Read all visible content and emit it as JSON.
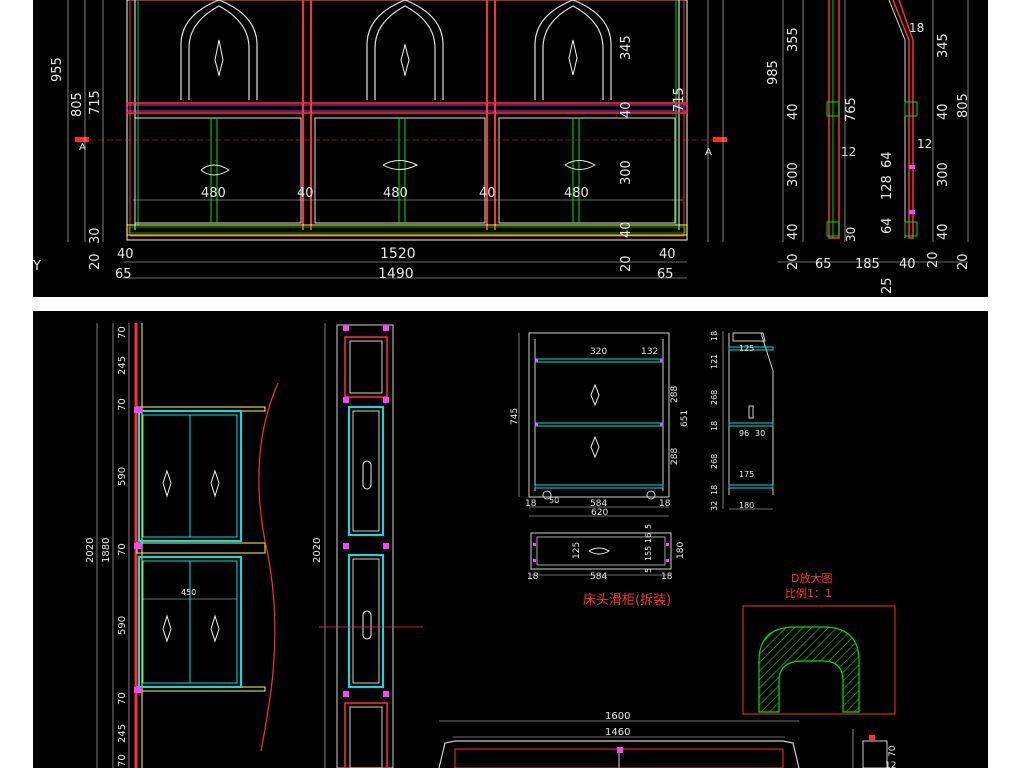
{
  "top_panel": {
    "front": {
      "left_dims": [
        "955",
        "805",
        "715",
        "30",
        "20",
        "65",
        "40"
      ],
      "right_dims": [
        "345",
        "40",
        "715",
        "300",
        "40",
        "20",
        "65",
        "40"
      ],
      "widths": [
        "480",
        "40",
        "480",
        "40",
        "480"
      ],
      "total_1": "1520",
      "total_2": "1490",
      "section_mark": "A",
      "axis_y": "Y"
    },
    "side": {
      "left_dims": [
        "985",
        "355",
        "40",
        "300",
        "40",
        "20"
      ],
      "inner_dims": [
        "765",
        "12",
        "30",
        "64",
        "128",
        "64"
      ],
      "right_dims": [
        "18",
        "345",
        "40",
        "805",
        "12",
        "300",
        "40",
        "20"
      ],
      "bottom_dims": [
        "65",
        "185",
        "40",
        "20",
        "25"
      ]
    }
  },
  "bottom_panel": {
    "wardrobe_front": {
      "dims": [
        "70",
        "245",
        "70",
        "590",
        "70",
        "1880",
        "2020",
        "590",
        "70",
        "245",
        "70"
      ],
      "door_width": "450"
    },
    "wardrobe_side": {
      "height": "2020"
    },
    "nightstand": {
      "front": {
        "height": "745",
        "width_top": "320",
        "width_small": "132",
        "right_1": "288",
        "right_2": "651",
        "right_3": "288",
        "bottom_1": "18",
        "bottom_2": "584",
        "bottom_3": "18",
        "total": "620",
        "foot": "50"
      },
      "side": {
        "dims": [
          "18",
          "121",
          "268",
          "18",
          "268",
          "32",
          "18"
        ],
        "top": "125",
        "middle": "96",
        "middle_2": "30",
        "lower": "175",
        "bottom": "180"
      },
      "plan": {
        "width": "584",
        "left": "18",
        "right": "18",
        "mid_h": "125",
        "dims": [
          "5",
          "16",
          "155",
          "5",
          "180"
        ]
      },
      "caption": "床头滑柜(拆装)"
    },
    "detail": {
      "title": "D放大图",
      "scale": "比例1：1"
    },
    "bottom_drawing": {
      "w1": "1600",
      "w2": "1460",
      "side_dims": [
        "70",
        "12"
      ]
    }
  }
}
